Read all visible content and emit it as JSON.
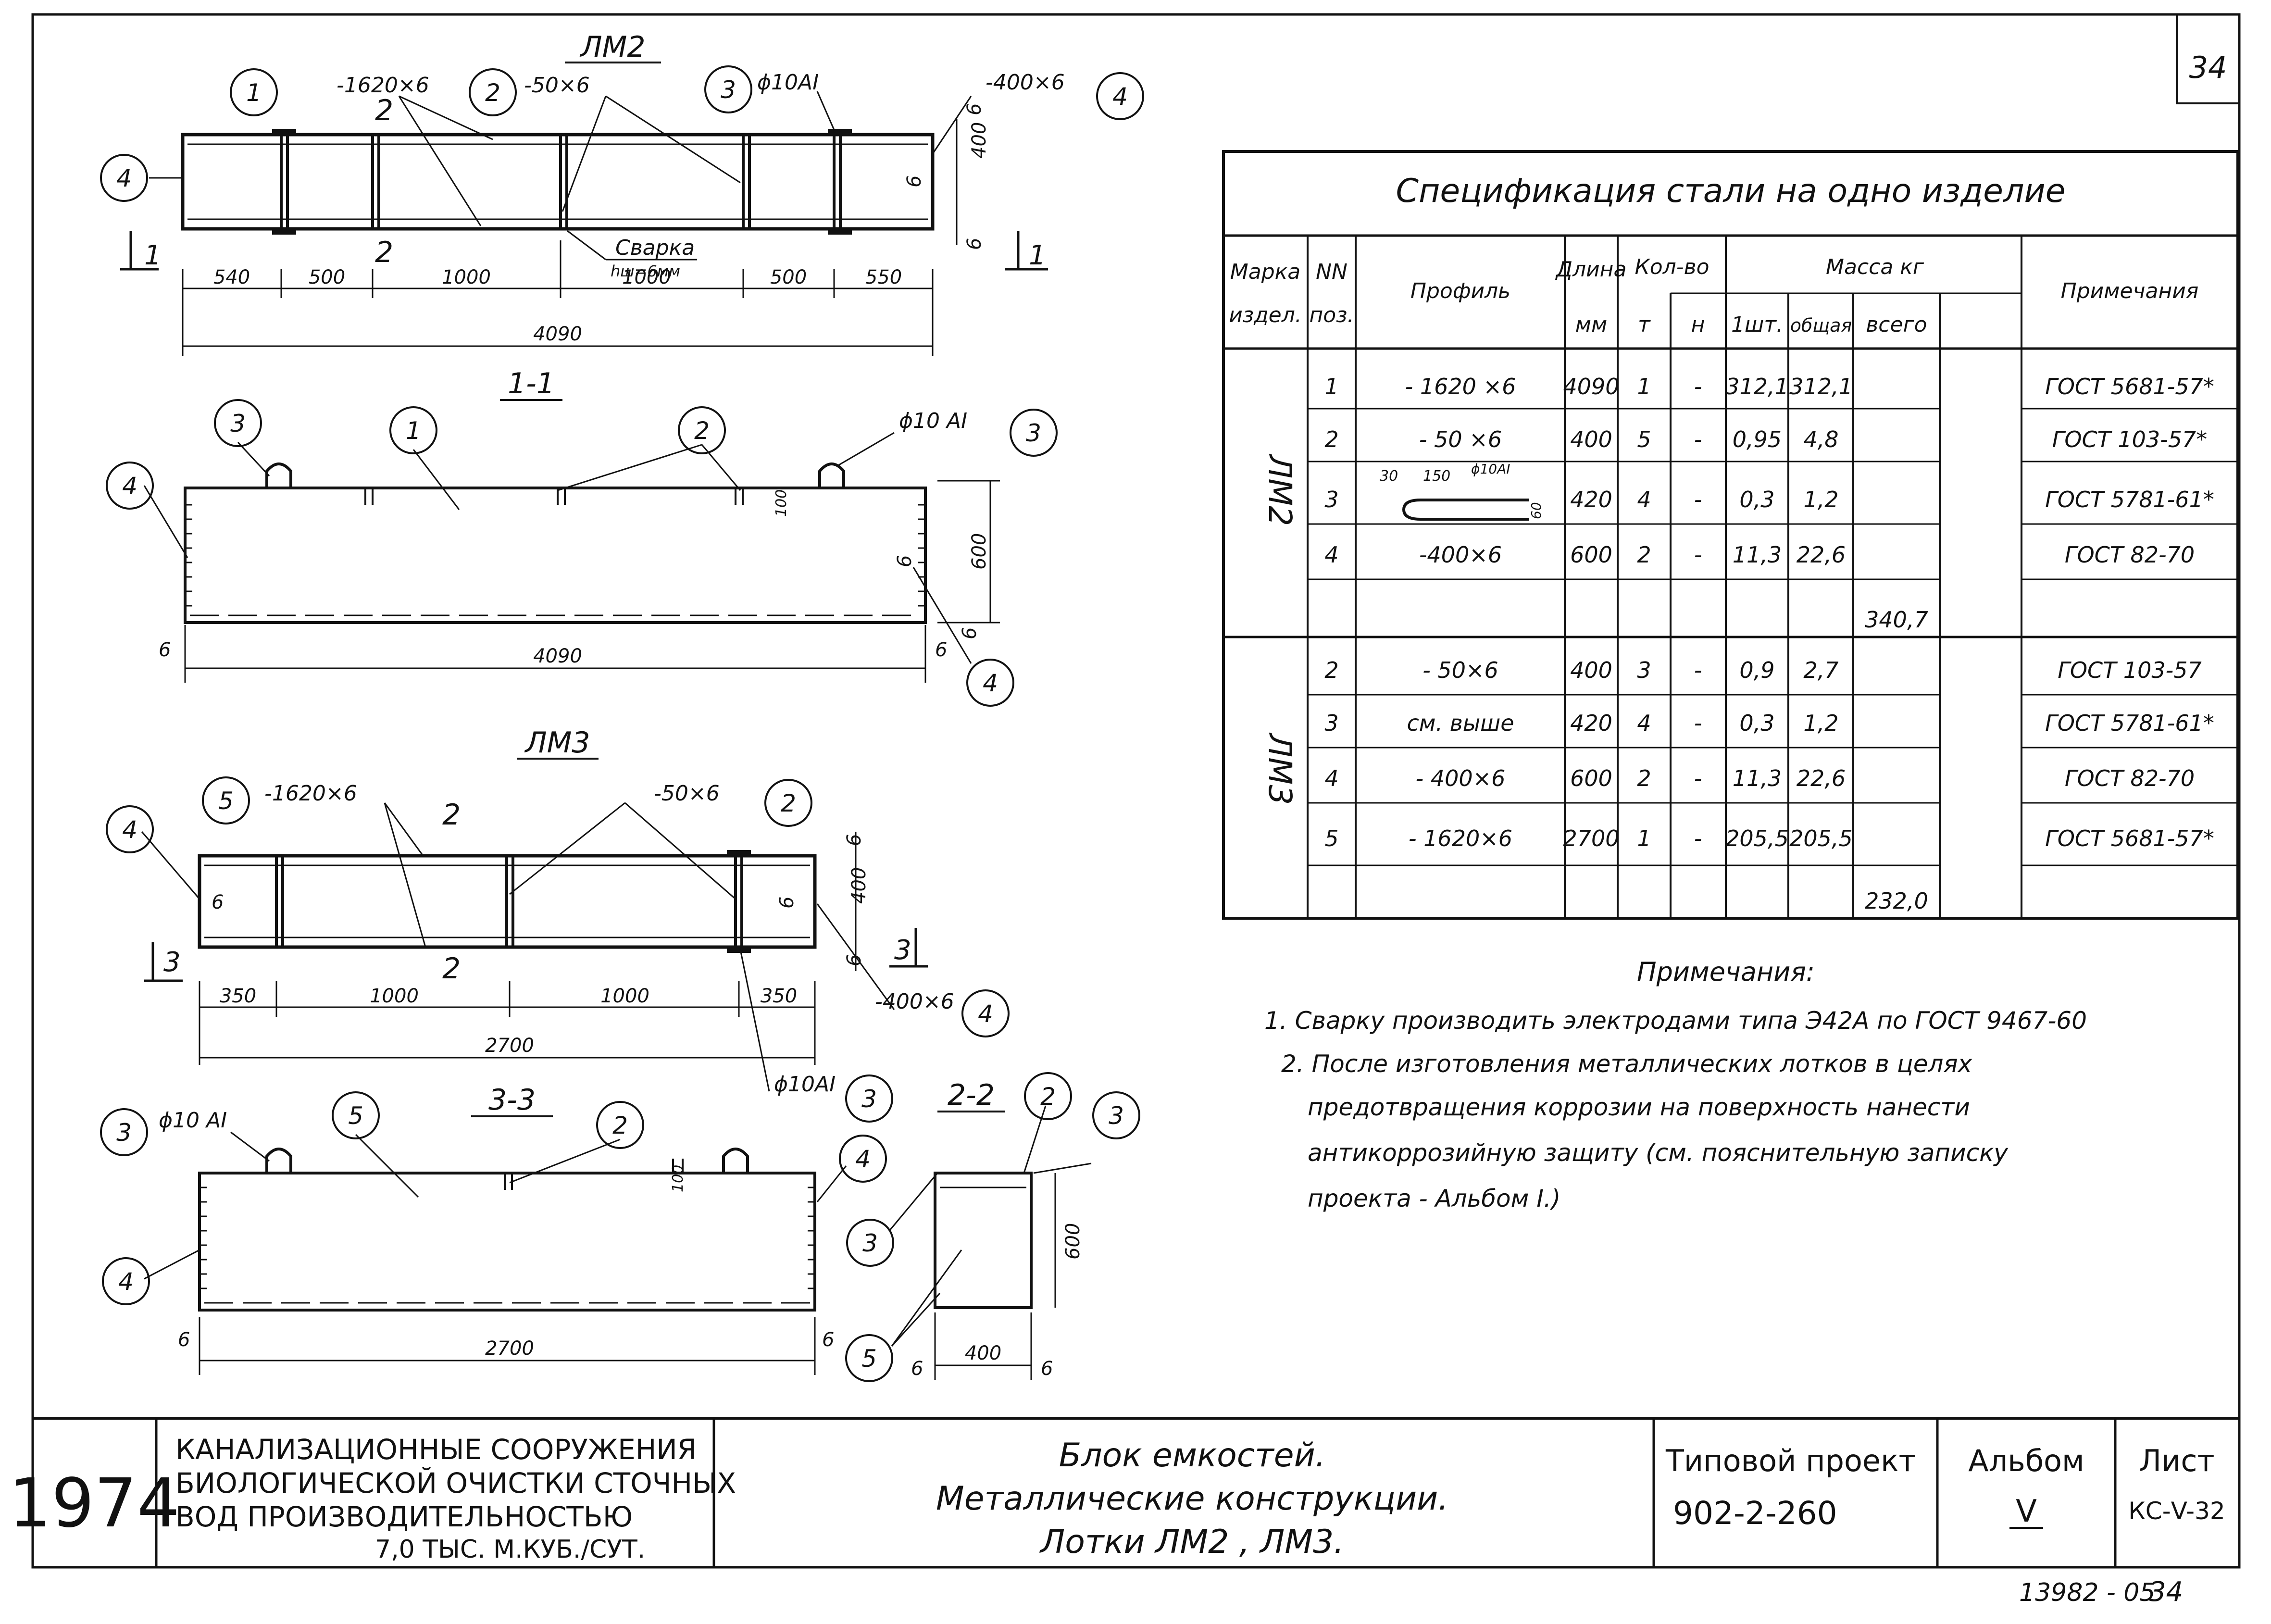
{
  "sheet_corner": "34",
  "bottom_code": "13982 - 05",
  "bottom_page": "34",
  "views": {
    "lm2": {
      "title": "ЛМ2",
      "callout_1": "-1620×6",
      "callout_2": "-50×6",
      "callout_3": "ϕ10AI",
      "callout_4": "-400×6",
      "weld_1": "Сварка",
      "weld_2": "hш=6мм",
      "dims": [
        "540",
        "500",
        "1000",
        "1000",
        "500",
        "550"
      ],
      "total": "4090",
      "height": "400",
      "t1": "6",
      "t2": "6",
      "t3": "6",
      "section_mark": "1",
      "double_mark": "2"
    },
    "s11": {
      "title": "1-1",
      "callout_3": "ϕ10 AI",
      "height": "600",
      "small": "100",
      "total": "4090",
      "t_left": "6",
      "t_right": "6",
      "t_weld": "6"
    },
    "lm3": {
      "title": "ЛМ3",
      "callout_5": "-1620×6",
      "callout_2": "-50×6",
      "callout_4": "-400×6",
      "callout_3": "ϕ10AI",
      "dims": [
        "350",
        "1000",
        "1000",
        "350"
      ],
      "total": "2700",
      "height": "400",
      "t_top": "6",
      "t_bot": "6",
      "t_left": "6",
      "t_right": "6",
      "section_mark": "3",
      "double_mark": "2"
    },
    "s33": {
      "title": "3-3",
      "callout_3": "ϕ10 AI",
      "small": "100",
      "total": "2700",
      "t_left": "6",
      "t_right": "6"
    },
    "s22": {
      "title": "2-2",
      "height": "600",
      "width": "400",
      "t_left": "6",
      "t_right": "6"
    },
    "balloons": {
      "n1": "1",
      "n2": "2",
      "n3": "3",
      "n4": "4",
      "n5": "5"
    }
  },
  "spec": {
    "title": "Спецификация стали на одно изделие",
    "headers": {
      "mark": "Марка издел.",
      "mark_a": "Марка",
      "mark_b": "издел.",
      "pos_a": "NN",
      "pos_b": "поз.",
      "profile": "Профиль",
      "length_a": "Длина",
      "length_b": "мм",
      "qty": "Кол-во",
      "qty_t": "т",
      "qty_n": "н",
      "mass": "Масса кг",
      "mass_1": "1шт.",
      "mass_total": "общая",
      "mass_all": "всего",
      "note": "Примечания"
    },
    "lm2_label": "ЛМ2",
    "lm3_label": "ЛМ3",
    "bend_sketch": {
      "a": "30",
      "b": "150",
      "c": "ϕ10AI",
      "d": "60"
    },
    "rows_lm2": [
      {
        "pos": "1",
        "profile": "- 1620 ×6",
        "length": "4090",
        "t": "1",
        "n": "-",
        "m1": "312,1",
        "mt": "312,1",
        "note": "ГОСТ 5681-57*"
      },
      {
        "pos": "2",
        "profile": "- 50 ×6",
        "length": "400",
        "t": "5",
        "n": "-",
        "m1": "0,95",
        "mt": "4,8",
        "note": "ГОСТ 103-57*"
      },
      {
        "pos": "3",
        "profile": "",
        "length": "420",
        "t": "4",
        "n": "-",
        "m1": "0,3",
        "mt": "1,2",
        "note": "ГОСТ 5781-61*"
      },
      {
        "pos": "4",
        "profile": "-400×6",
        "length": "600",
        "t": "2",
        "n": "-",
        "m1": "11,3",
        "mt": "22,6",
        "note": "ГОСТ 82-70"
      }
    ],
    "total_lm2": "340,7",
    "rows_lm3": [
      {
        "pos": "2",
        "profile": "- 50×6",
        "length": "400",
        "t": "3",
        "n": "-",
        "m1": "0,9",
        "mt": "2,7",
        "note": "ГОСТ 103-57"
      },
      {
        "pos": "3",
        "profile": "см. выше",
        "length": "420",
        "t": "4",
        "n": "-",
        "m1": "0,3",
        "mt": "1,2",
        "note": "ГОСТ 5781-61*"
      },
      {
        "pos": "4",
        "profile": "- 400×6",
        "length": "600",
        "t": "2",
        "n": "-",
        "m1": "11,3",
        "mt": "22,6",
        "note": "ГОСТ 82-70"
      },
      {
        "pos": "5",
        "profile": "- 1620×6",
        "length": "2700",
        "t": "1",
        "n": "-",
        "m1": "205,5",
        "mt": "205,5",
        "note": "ГОСТ 5681-57*"
      }
    ],
    "total_lm3": "232,0"
  },
  "notes": {
    "title": "Примечания:",
    "lines": [
      "1. Сварку производить электродами типа Э42А по ГОСТ 9467-60",
      "2. После изготовления металлических лотков в целях",
      "предотвращения коррозии на поверхность нанести",
      "антикоррозийную защиту (см. пояснительную записку",
      "проекта - Альбом I.)"
    ]
  },
  "title_block": {
    "year": "1974",
    "org_1": "КАНАЛИЗАЦИОННЫЕ СООРУЖЕНИЯ",
    "org_2": "БИОЛОГИЧЕСКОЙ ОЧИСТКИ СТОЧНЫХ",
    "org_3": "ВОД ПРОИЗВОДИТЕЛЬНОСТЬЮ",
    "org_4": "7,0 ТЫС. М.КУБ./СУТ.",
    "name_1": "Блок емкостей.",
    "name_2": "Металлические конструкции.",
    "name_3": "Лотки ЛМ2 , ЛМ3.",
    "project_label": "Типовой проект",
    "project_no": "902-2-260",
    "album_label": "Альбом",
    "album_no": "V",
    "sheet_label": "Лист",
    "sheet_no": "КС-V-32"
  }
}
